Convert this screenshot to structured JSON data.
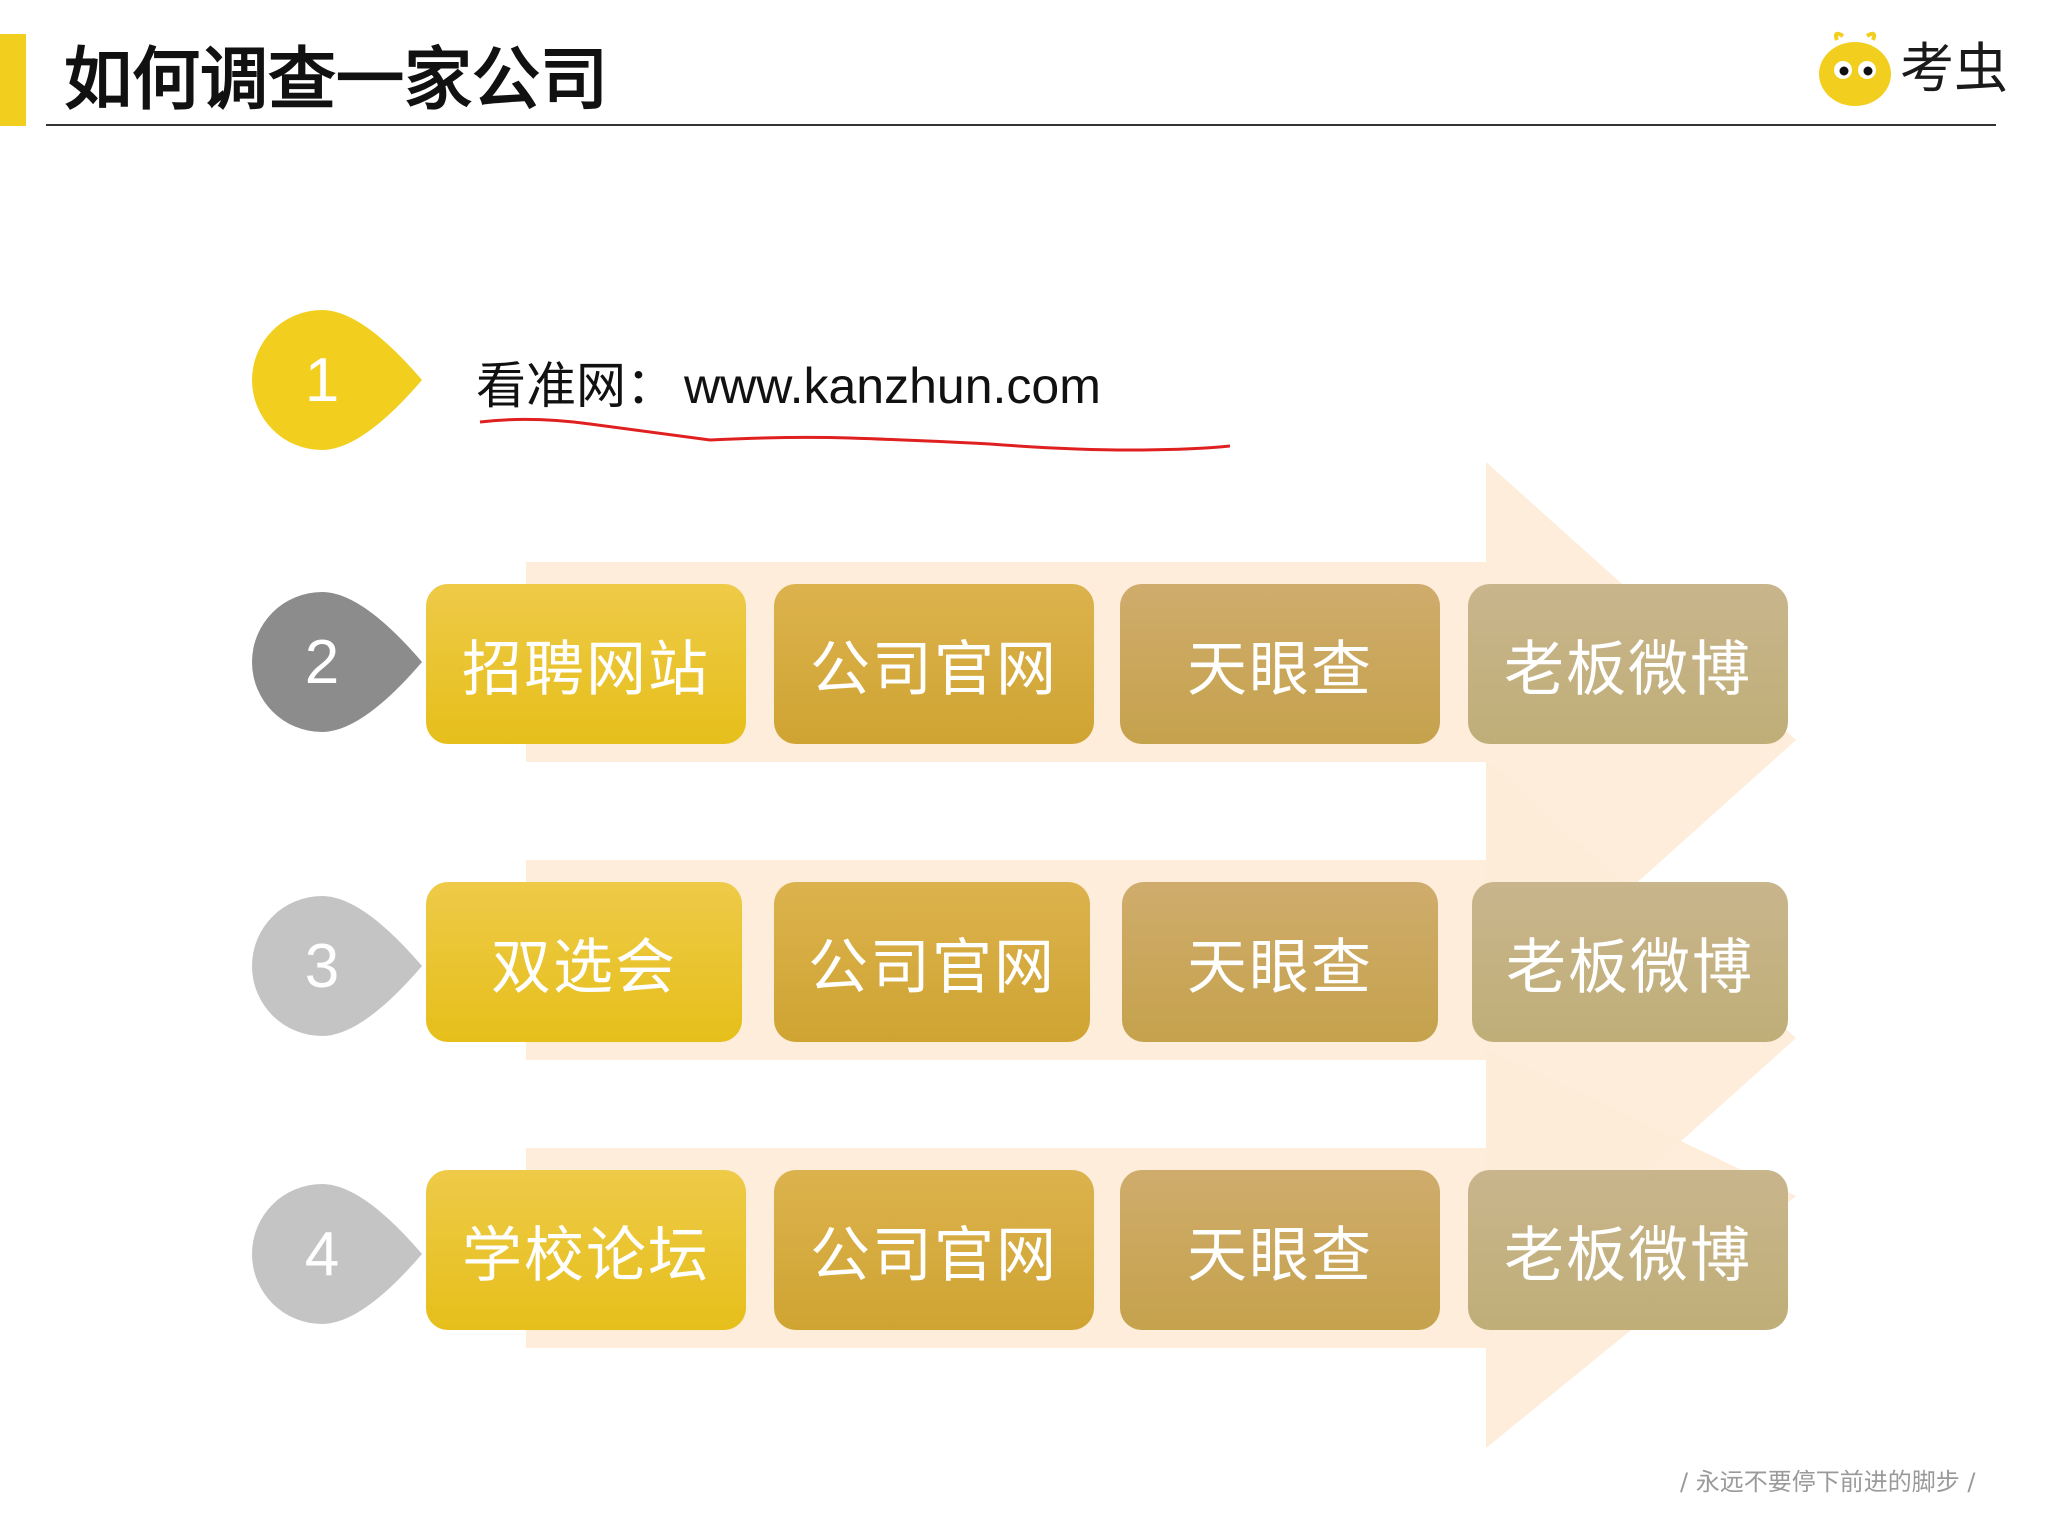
{
  "header": {
    "title": "如何调查一家公司",
    "logo_text": "考虫"
  },
  "colors": {
    "accent": "#f2cf1e",
    "arrow_bg": "#fdebd6",
    "num_active": "#f2cf1e",
    "num_dark": "#8c8c8c",
    "num_light": "#c4c4c4",
    "underline": "#e02020"
  },
  "steps": [
    {
      "number": "1",
      "label": "看准网：",
      "url": "www.kanzhun.com"
    },
    {
      "number": "2",
      "items": [
        "招聘网站",
        "公司官网",
        "天眼查",
        "老板微博"
      ]
    },
    {
      "number": "3",
      "items": [
        "双选会",
        "公司官网",
        "天眼查",
        "老板微博"
      ]
    },
    {
      "number": "4",
      "items": [
        "学校论坛",
        "公司官网",
        "天眼查",
        "老板微博"
      ]
    }
  ],
  "footer": {
    "slogan": "/ 永远不要停下前进的脚步 /"
  }
}
